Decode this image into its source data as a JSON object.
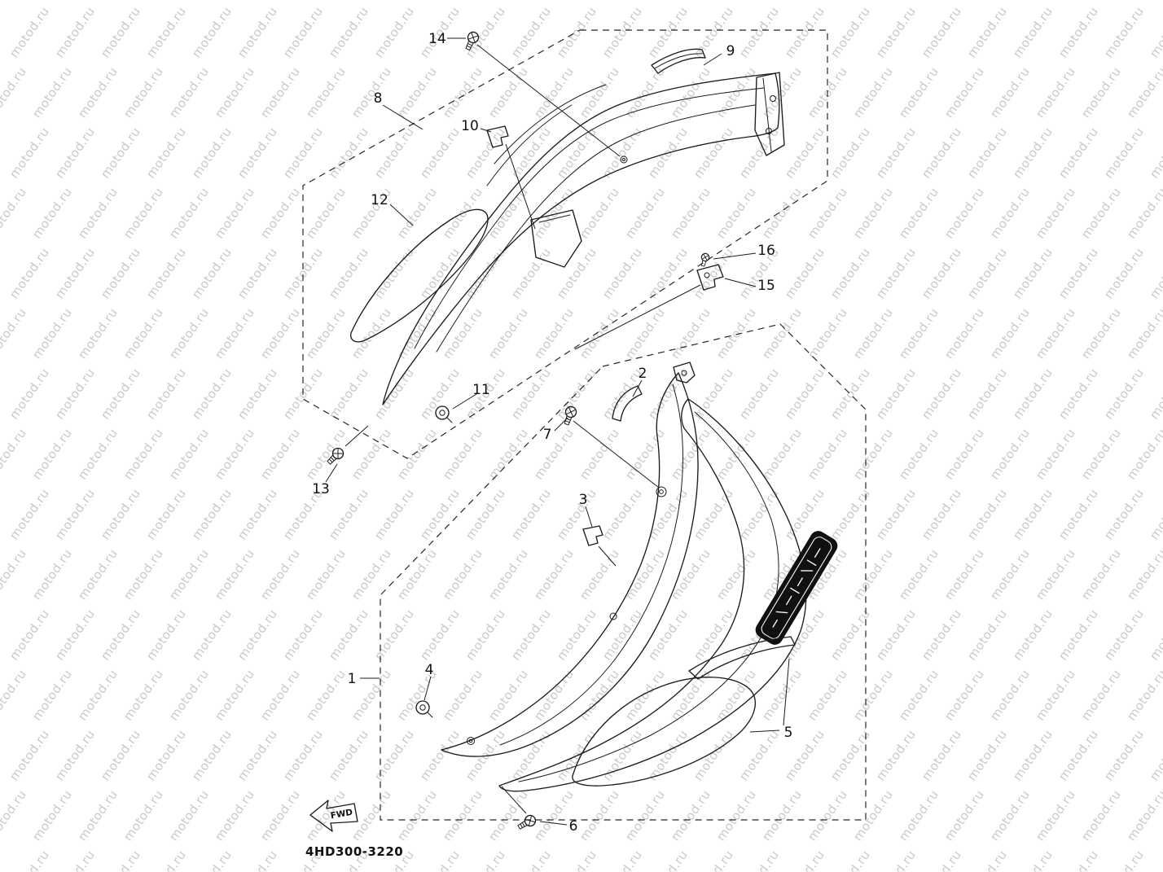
{
  "page": {
    "background": "#ffffff"
  },
  "watermark": {
    "text": "motod.ru",
    "color": "#9e9e9e"
  },
  "diagram": {
    "part_code": "4HD300-3220",
    "fwd_label": "FWD",
    "line_color": "#1c1c1c",
    "badge_color": "#101010",
    "callouts": {
      "c1": "1",
      "c2": "2",
      "c3": "3",
      "c4": "4",
      "c5": "5",
      "c6": "6",
      "c7": "7",
      "c8": "8",
      "c9": "9",
      "c10": "10",
      "c11": "11",
      "c12": "12",
      "c13": "13",
      "c14": "14",
      "c15": "15",
      "c16": "16"
    }
  }
}
